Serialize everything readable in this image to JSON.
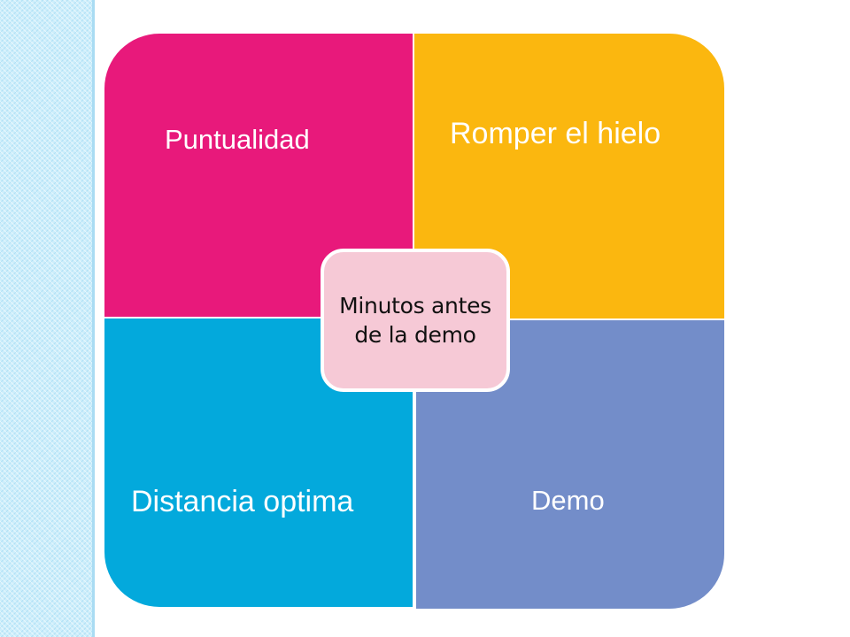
{
  "diagram": {
    "center": {
      "text": "Minutos antes de la demo",
      "color": "#f6c9d6"
    },
    "quadrants": {
      "top_left": {
        "label": "Puntualidad",
        "color": "#e8197b"
      },
      "top_right": {
        "label": "Romper el hielo",
        "color": "#fbb70f"
      },
      "bottom_left": {
        "label": "Distancia optima",
        "color": "#03a9dc"
      },
      "bottom_right": {
        "label": "Demo",
        "color": "#738dc9"
      }
    }
  },
  "decor": {
    "side_stripe_color": "#cdeefb"
  }
}
